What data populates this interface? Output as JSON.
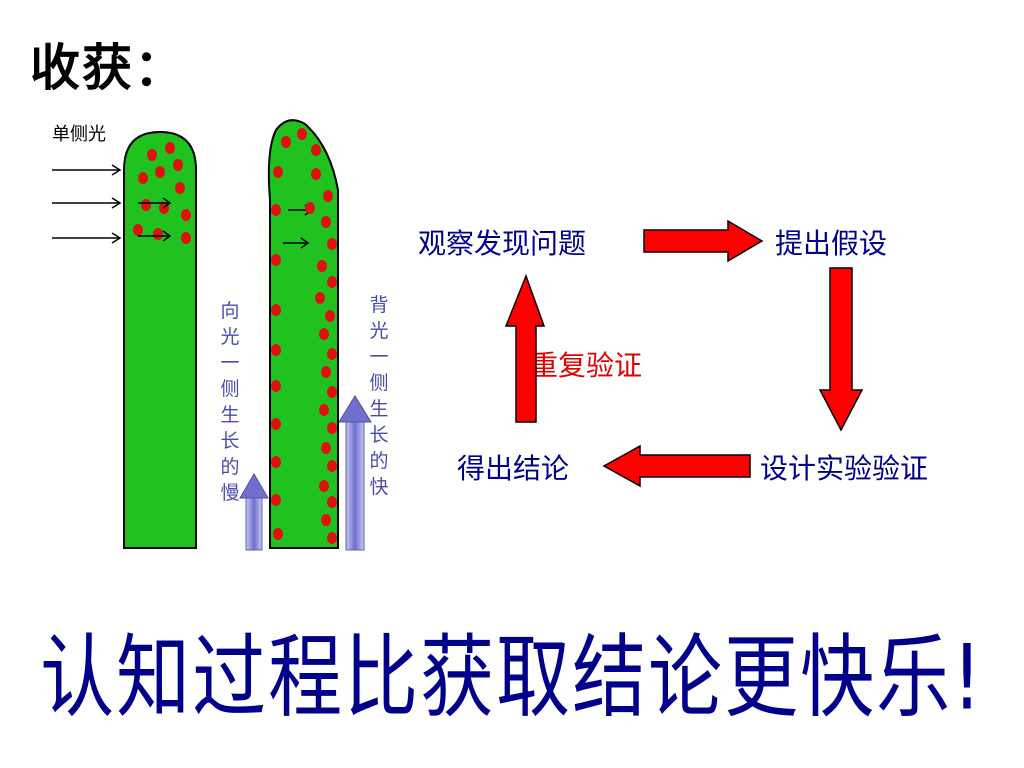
{
  "title": "收获：",
  "plant": {
    "light_label": "单侧光",
    "left_side_label": "向光一侧生长的慢",
    "right_side_label": "背光一侧生长的快"
  },
  "cycle": {
    "step_observe": "观察发现问题",
    "step_hypothesis": "提出假设",
    "step_experiment": "设计实验验证",
    "step_conclusion": "得出结论",
    "repeat": "重复验证"
  },
  "tagline": "认知过程比获取结论更快乐!",
  "colors": {
    "stem": "#1fc21f",
    "auxin": "#e01010",
    "arrow": "#ff0000",
    "text": "#00008b",
    "growth_arrow": "#8888dd"
  }
}
